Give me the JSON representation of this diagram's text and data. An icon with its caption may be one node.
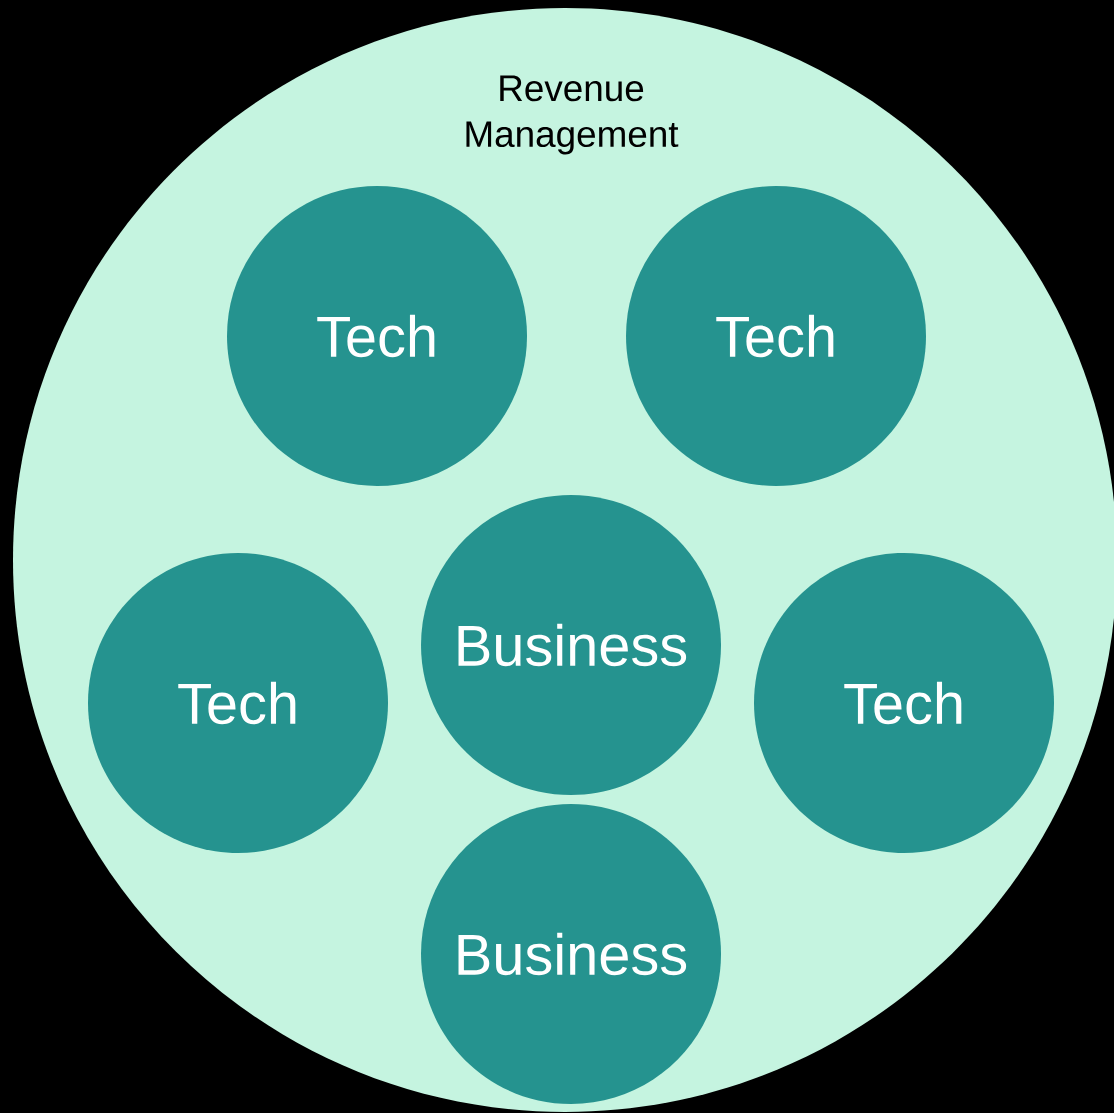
{
  "diagram": {
    "nodes": [
      {
        "text": [
          "Revenue Management"
        ]
      },
      {
        "text": [
          "Tech"
        ],
        "in": 0
      },
      {
        "text": [
          "Tech"
        ],
        "in": 0
      },
      {
        "text": [
          "Tech"
        ],
        "in": 0
      },
      {
        "text": [
          "Business"
        ],
        "in": 0
      },
      {
        "text": [
          "Tech"
        ],
        "in": 0
      },
      {
        "text": [
          "Business"
        ],
        "in": 0
      }
    ]
  }
}
